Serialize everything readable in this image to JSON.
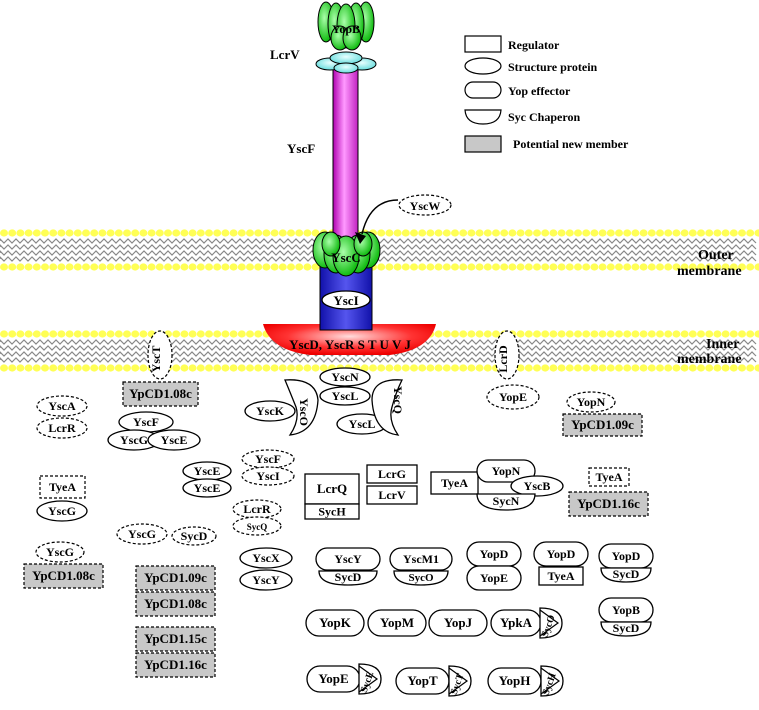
{
  "legend": {
    "regulator": "Regulator",
    "structure": "Structure protein",
    "effector": "Yop effector",
    "chaperon": "Syc Chaperon",
    "potential": "Potential new member"
  },
  "labels": {
    "yopb": "YopB",
    "lcrv": "LcrV",
    "yscf": "YscF",
    "yscw": "YscW",
    "yscc": "YscC",
    "ysci": "YscI",
    "base": "YscD, YscR S T U V J",
    "outer1": "Outer",
    "outer2": "membrane",
    "inner1": "Inner",
    "inner2": "membrane"
  },
  "items": {
    "yscT": "YscT",
    "ypcd108c_a": "YpCD1.08c",
    "lcrD": "LcrD",
    "yopE_mem": "YopE",
    "yscA": "YscA",
    "lcrR_a": "LcrR",
    "yscF_b": "YscF",
    "yscG_b": "YscG",
    "yscE_b": "YscE",
    "yscN": "YscN",
    "yscL_a": "YscL",
    "yscL_b": "YscL",
    "yscK": "YscK",
    "yscO_left": "YscO",
    "yscO_right": "YscQ",
    "yopN_a": "YopN",
    "ypcd109c_a": "YpCD1.09c",
    "tyeA_a": "TyeA",
    "yscG_c": "YscG",
    "yscE_c": "YscE",
    "yscE_d": "YscE",
    "yscF_c": "YscF",
    "yscI_c": "YscI",
    "lcrR_b": "LcrR",
    "sycQ_small": "SycQ",
    "lcrQ": "LcrQ",
    "sycH_a": "SycH",
    "lcrG": "LcrG",
    "lcrV_b": "LcrV",
    "tyeA_b": "TyeA",
    "yopN_b": "YopN",
    "yscB": "YscB",
    "sycN": "SycN",
    "tyeA_c": "TyeA",
    "ypcd116c_a": "YpCD1.16c",
    "yscG_d": "YscG",
    "ypcd108c_b": "YpCD1.08c",
    "yscG_e": "YscG",
    "sycD_a": "SycD",
    "yscX": "YscX",
    "yscY_a": "YscY",
    "yscY_b": "YscY",
    "sycD_b": "SycD",
    "yscM1": "YscM1",
    "sycO_a": "SycO",
    "yopD_a": "YopD",
    "yopE_a": "YopE",
    "yopD_b": "YopD",
    "tyeA_d": "TyeA",
    "yopD_c": "YopD",
    "sycD_c": "SycD",
    "yopB_b": "YopB",
    "sycD_d": "SycD",
    "ypcd109c_b": "YpCD1.09c",
    "ypcd108c_c": "YpCD1.08c",
    "ypcd115c": "YpCD1.15c",
    "ypcd116c_b": "YpCD1.16c",
    "yopK": "YopK",
    "yopM": "YopM",
    "yopJ": "YopJ",
    "ypkA": "YpkA",
    "sycO_b": "SycO",
    "yopE_b": "YopE",
    "sycE": "SycE",
    "yopT": "YopT",
    "sycT": "SycT",
    "yopH": "YopH",
    "sycH_b": "SycH"
  },
  "colors": {
    "yopb_green": "#22dd22",
    "lcrv_cyan": "#88eeee",
    "needle_pink": "#ee44ee",
    "yscc_green": "#22cc22",
    "ysci_blue": "#3333cc",
    "base_red": "#ff3333",
    "lipid_yellow": "#ffff55",
    "potential_gray": "#c8c8c8"
  }
}
